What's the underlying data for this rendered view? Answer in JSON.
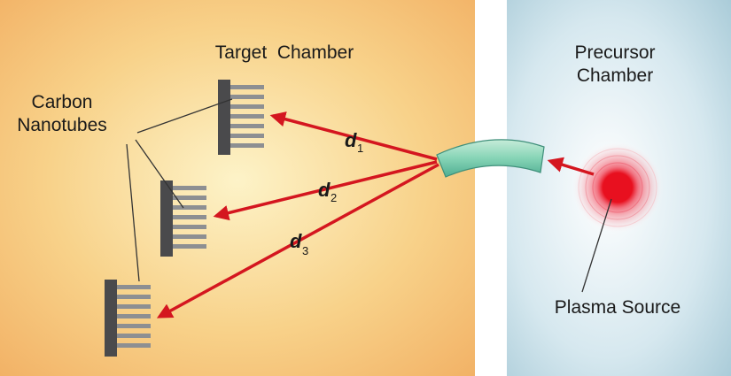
{
  "labels": {
    "target_chamber": "Target  Chamber",
    "carbon_nanotubes": [
      "Carbon",
      "Nanotubes"
    ],
    "precursor_chamber": [
      "Precursor",
      "Chamber"
    ],
    "plasma_source": "Plasma Source"
  },
  "distances": [
    {
      "symbol": "d",
      "subscript": "1"
    },
    {
      "symbol": "d",
      "subscript": "2"
    },
    {
      "symbol": "d",
      "subscript": "3"
    }
  ],
  "colors": {
    "target_bg_center": "#fdf3c8",
    "target_bg_edge": "#f2b266",
    "precursor_bg_center": "#ffffff",
    "precursor_bg_edge": "#a9cbd8",
    "arrow": "#d4161f",
    "nanotube_base": "#4a4a4c",
    "nanotube_tube": "#8d8f92",
    "nozzle": "#7fd1b5",
    "plasma_core": "#e8101f",
    "leader_line": "#333333"
  }
}
